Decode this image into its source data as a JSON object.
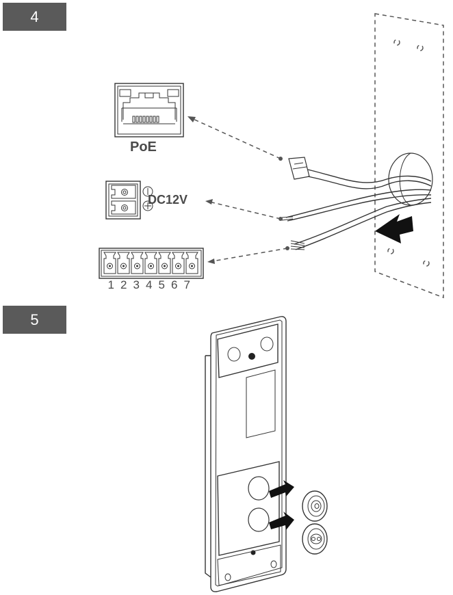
{
  "steps": [
    {
      "number": "4"
    },
    {
      "number": "5"
    }
  ],
  "step4": {
    "poe_label": "PoE",
    "dc_label": "DC12V",
    "dc_polarity": [
      "−",
      "+"
    ],
    "terminal_pins": [
      "1",
      "2",
      "3",
      "4",
      "5",
      "6",
      "7"
    ]
  },
  "icons": {
    "poe_port": "rj45-port-icon",
    "dc_terminal": "dc-power-terminal-icon",
    "io_terminal": "7-pin-terminal-block-icon",
    "cable_bundle": "cable-bundle-icon",
    "wall_outline": "mounting-plate-outline-icon",
    "device_back": "device-back-panel-icon",
    "grommet": "rubber-grommet-icon",
    "arrow": "black-arrow-icon"
  },
  "colors": {
    "badge_bg": "#5a5a5a",
    "badge_text": "#ffffff",
    "line": "#333333",
    "label": "#4a4a4a"
  }
}
